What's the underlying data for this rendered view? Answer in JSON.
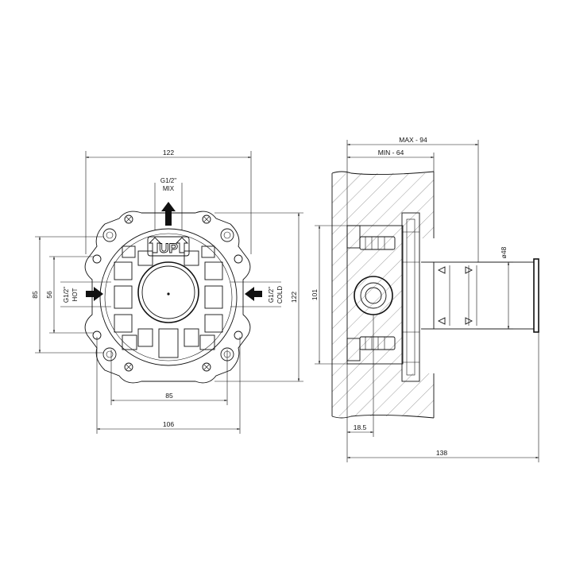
{
  "front_view": {
    "dimensions": {
      "overall_width": "122",
      "overall_height": "122",
      "left_outer_height": "85",
      "left_inner_height": "56",
      "bottom_inner_width": "85",
      "bottom_outer_width": "106"
    },
    "ports": {
      "mix_thread": "G1/2\"",
      "mix_label": "MIX",
      "hot_thread": "G1/2\"",
      "hot_label": "HOT",
      "cold_thread": "G1/2\"",
      "cold_label": "COLD"
    },
    "up_marking": "UP"
  },
  "side_view": {
    "dimensions": {
      "max_depth": "MAX - 94",
      "min_depth": "MIN - 64",
      "body_height": "101",
      "outlet_diameter": "ø48",
      "inlet_offset": "18.5",
      "overall_length": "138"
    }
  }
}
